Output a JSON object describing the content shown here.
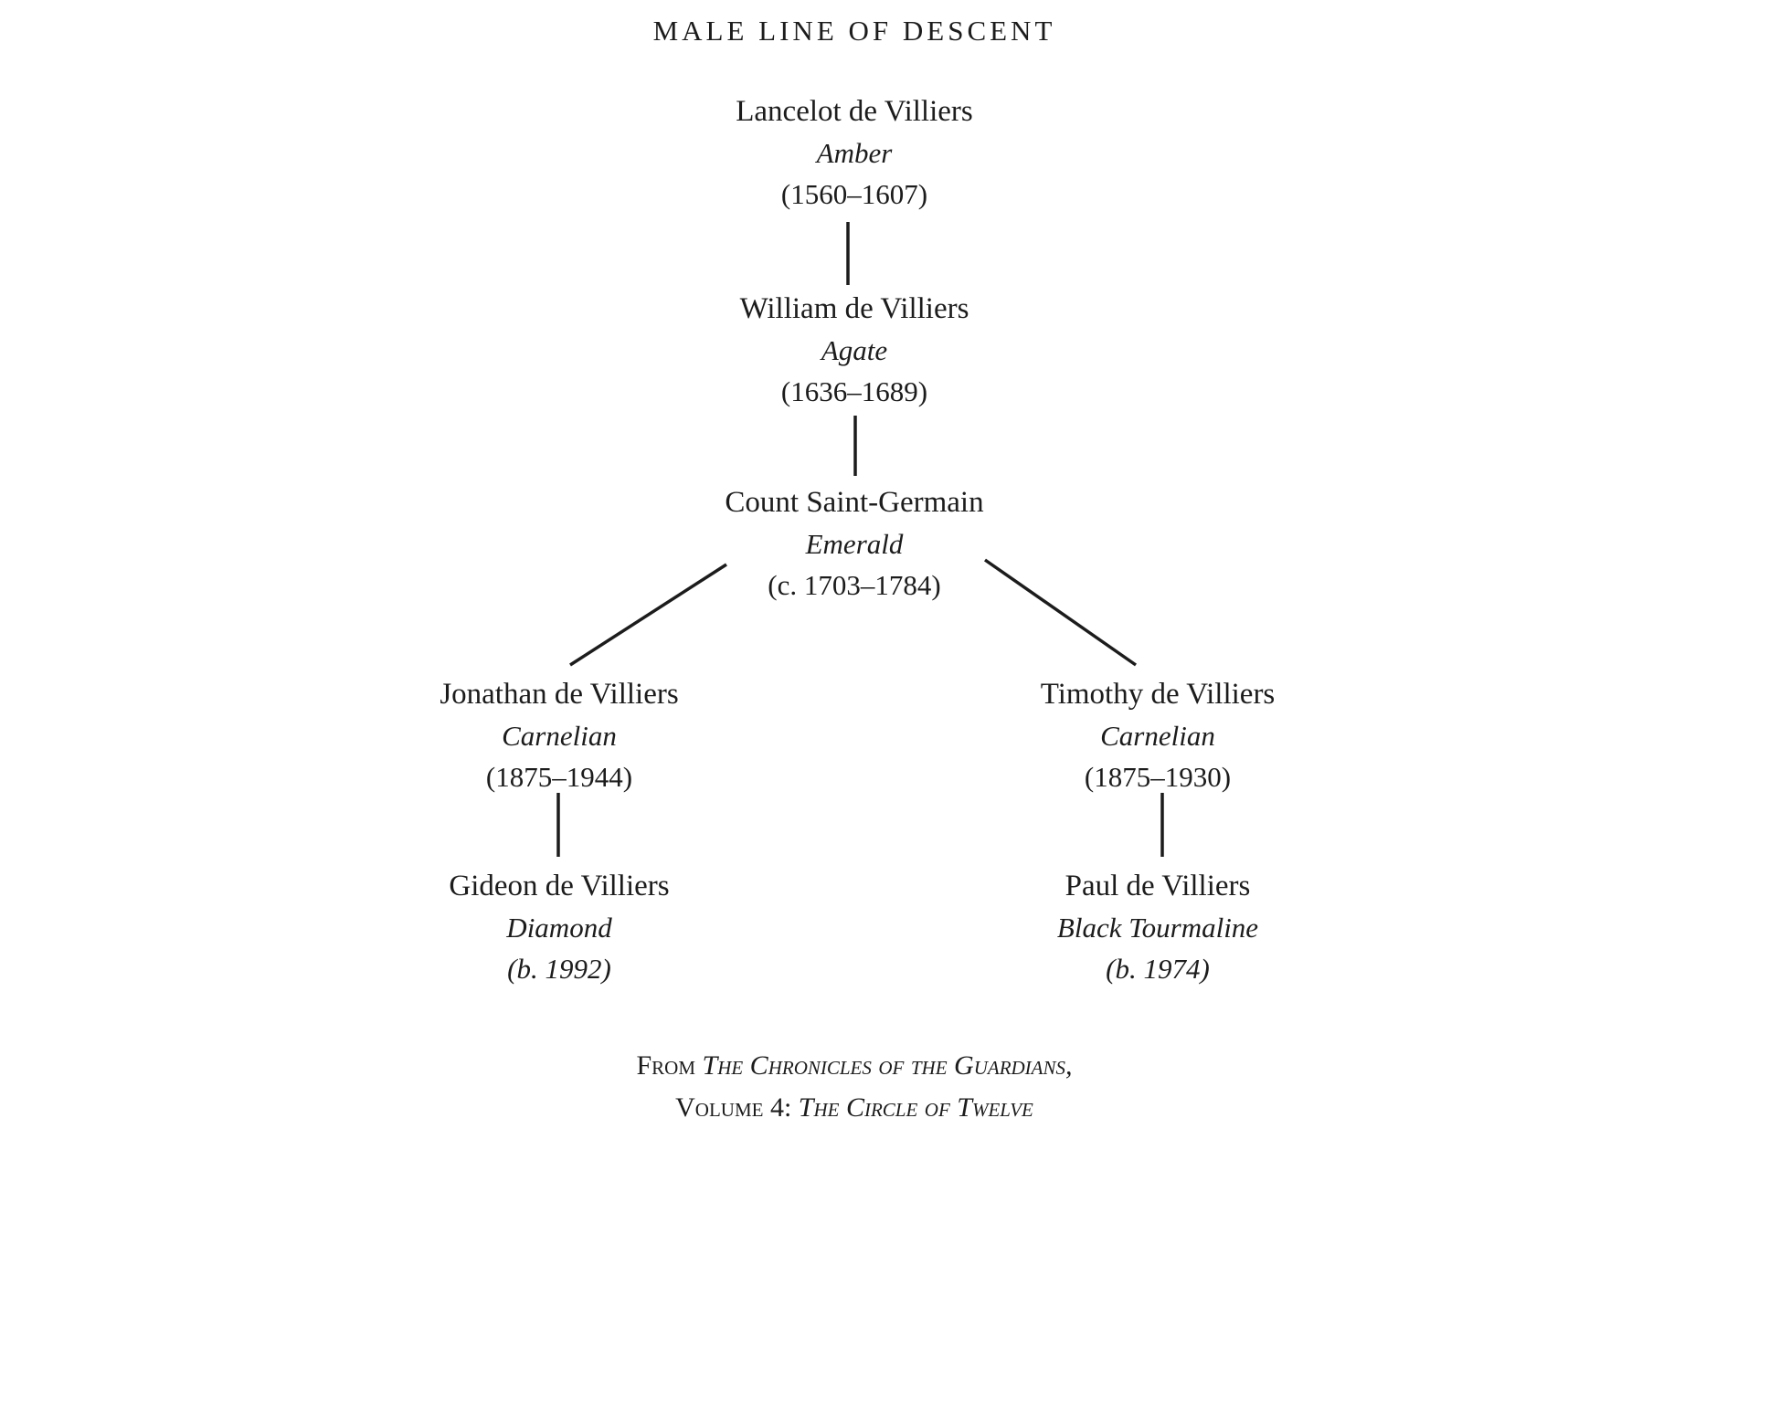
{
  "page": {
    "title": "MALE LINE OF DESCENT"
  },
  "nodes": {
    "lancelot": {
      "name": "Lancelot de Villiers",
      "stone": "Amber",
      "dates": "(1560–1607)"
    },
    "william": {
      "name": "William de Villiers",
      "stone": "Agate",
      "dates": "(1636–1689)"
    },
    "saint_germain": {
      "name": "Count Saint-Germain",
      "stone": "Emerald",
      "dates": "(c. 1703–1784)"
    },
    "jonathan": {
      "name": "Jonathan de Villiers",
      "stone": "Carnelian",
      "dates": "(1875–1944)"
    },
    "timothy": {
      "name": "Timothy de Villiers",
      "stone": "Carnelian",
      "dates": "(1875–1930)"
    },
    "gideon": {
      "name": "Gideon de Villiers",
      "stone": "Diamond",
      "dates": "(b. 1992)"
    },
    "paul": {
      "name": "Paul de Villiers",
      "stone": "Black Tourmaline",
      "dates": "(b. 1974)"
    }
  },
  "edges": [
    {
      "from": "lancelot",
      "to": "william"
    },
    {
      "from": "william",
      "to": "saint_germain"
    },
    {
      "from": "saint_germain",
      "to": "jonathan"
    },
    {
      "from": "saint_germain",
      "to": "timothy"
    },
    {
      "from": "jonathan",
      "to": "gideon"
    },
    {
      "from": "timothy",
      "to": "paul"
    }
  ],
  "footer": {
    "from_label": "From",
    "book_title": "The Chronicles of the Guardians,",
    "volume_label": "Volume 4:",
    "volume_title": "The Circle of Twelve"
  },
  "colors": {
    "text": "#1c1c1c",
    "background": "#ffffff"
  }
}
